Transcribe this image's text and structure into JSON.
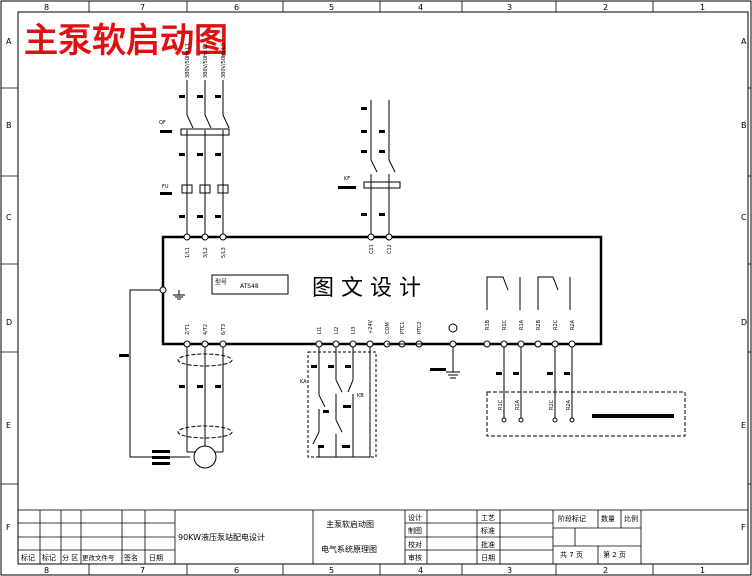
{
  "title": "主泵软启动图",
  "watermark": "图 文 设 计",
  "border": {
    "cols_top": [
      "8",
      "7",
      "6",
      "5",
      "4",
      "3",
      "2",
      "1"
    ],
    "cols_bottom": [
      "8",
      "7",
      "6",
      "5",
      "4",
      "3",
      "2",
      "1"
    ],
    "rows_left": [
      "A",
      "B",
      "C",
      "D",
      "E",
      "F"
    ],
    "rows_right": [
      "A",
      "B",
      "C",
      "D",
      "E",
      "F"
    ]
  },
  "diagram": {
    "supply_labels": [
      "380V/50Hz L1",
      "380V/50Hz L2",
      "380V/50Hz L3"
    ],
    "qf_label": "QF",
    "fu_label": "FU",
    "kf_label": "KF",
    "top_terminals": [
      "1/L1",
      "3/L2",
      "5/L3"
    ],
    "ctrl_terminals": [
      "C11",
      "C12"
    ],
    "model_box": {
      "label": "型号",
      "value": "ATS48"
    },
    "bottom_terminals": [
      "2/T1",
      "4/T2",
      "6/T3"
    ],
    "control_terminals": [
      "LI1",
      "LI2",
      "LI3",
      "+24V",
      "COM",
      "PTC1",
      "PTC2"
    ],
    "relay_terminals": [
      "R1B",
      "R1C",
      "R1A",
      "R2B",
      "R2C",
      "R2A"
    ],
    "relay_box_labels": [
      "R1C",
      "R1A",
      "R2C",
      "R2A"
    ],
    "ka_label": "KA",
    "kb_label": "KB"
  },
  "title_block": {
    "revision_headers": [
      "标记",
      "标记",
      "分 区",
      "更改文件号",
      "签名",
      "日期"
    ],
    "project": "90KW液压泵站配电设计",
    "drawing_name": "主泵软启动图",
    "system_name": "电气系统原理图",
    "roles": [
      "设计",
      "制图",
      "校对",
      "审核"
    ],
    "process_roles": [
      "工艺",
      "标准",
      "批准",
      "日期"
    ],
    "stage": "阶段标记",
    "quantity": "数量",
    "scale": "比例",
    "total_sheets": "共 7 页",
    "sheet_no": "第 2 页"
  }
}
